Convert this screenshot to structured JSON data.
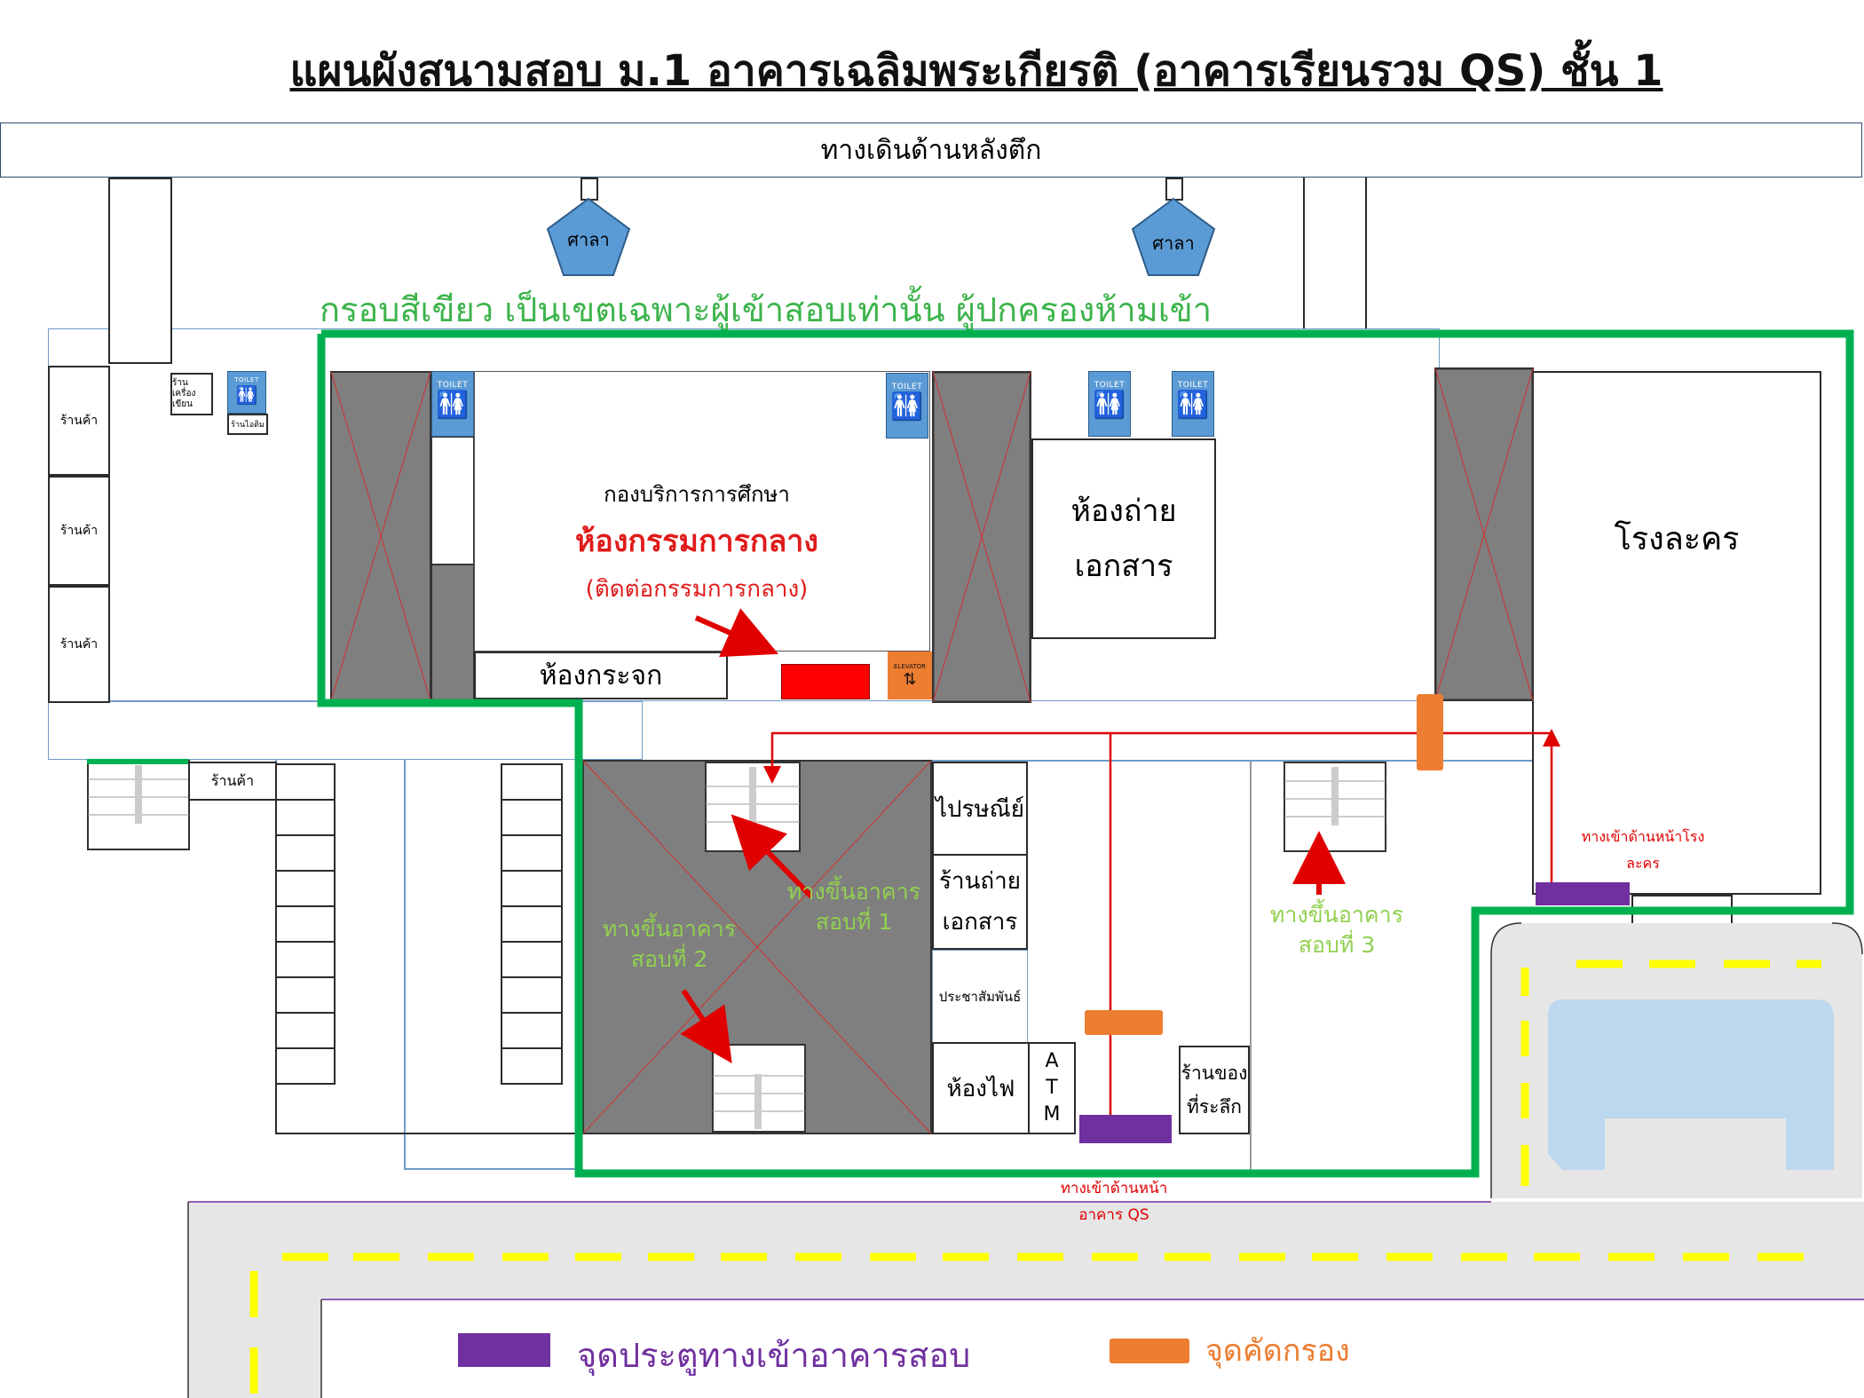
{
  "title": "แผนผังสนามสอบ ม.1 อาคารเฉลิมพระเกียรติ (อาคารเรียนรวม QS) ชั้น 1",
  "walkway": "ทางเดินด้านหลังตึก",
  "sala": [
    "ศาลา",
    "ศาลา"
  ],
  "notice": "กรอบสีเขียว เป็นเขตเฉพาะผู้เข้าสอบเท่านั้น ผู้ปกครองห้ามเข้า",
  "left_shops": [
    "ร้านค้า",
    "ร้านค้า",
    "ร้านค้า"
  ],
  "small_shops": {
    "drink": "ร้านเครื่องเขียน",
    "ice": "ร้านไอติม",
    "shop_bottom": "ร้านค้า"
  },
  "toilet_label": "TOILET",
  "central_office": {
    "dept": "กองบริการการศึกษา",
    "room": "ห้องกรรมการกลาง",
    "contact": "(ติดต่อกรรมการกลาง)"
  },
  "mirror_room": "ห้องกระจก",
  "elevator": "ELEVATOR",
  "copy_room": "ห้องถ่ายเอกสาร",
  "theater": "โรงละคร",
  "post_office": "ไปรษณีย์",
  "copy_shop": "ร้านถ่ายเอกสาร",
  "pr": "ประชาสัมพันธ์",
  "electric_room": "ห้องไฟ",
  "atm": "ATM",
  "souvenir": "ร้านของที่ระลึก",
  "stairs": {
    "building1": "ทางขึ้นอาคารสอบที่ 1",
    "building2": "ทางขึ้นอาคารสอบที่ 2",
    "building3": "ทางขึ้นอาคารสอบที่ 3"
  },
  "entrances": {
    "theater_label": "ทางเข้าด้านหน้าโรงละคร",
    "qs_label": "ทางเข้าด้านหน้าอาคาร QS"
  },
  "legend": {
    "entrance": {
      "label": "จุดประตูทางเข้าอาคารสอบ",
      "color": "#7030a0"
    },
    "screening": {
      "label": "จุดคัดกรอง",
      "color": "#ed7d31"
    }
  },
  "colors": {
    "zone": "#00b050",
    "route": "#e00000",
    "column": "#7f7f7f",
    "toilet": "#5b9bd5",
    "road": "#e6e6e6",
    "pond": "#bdd7ee"
  }
}
